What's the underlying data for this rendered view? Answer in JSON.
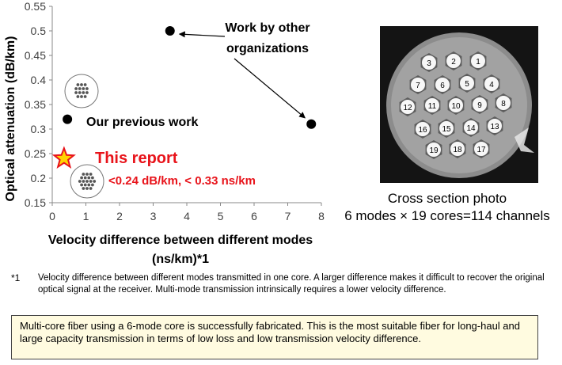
{
  "chart_data": {
    "type": "scatter",
    "ylabel": "Optical attenuation (dB/km)",
    "xlabel_line1": "Velocity difference between different modes",
    "xlabel_line2": "(ns/km)*1",
    "xlim": [
      0,
      8
    ],
    "ylim": [
      0.15,
      0.55
    ],
    "xticks": [
      0,
      1,
      2,
      3,
      4,
      5,
      6,
      7,
      8
    ],
    "yticks": [
      0.15,
      0.2,
      0.25,
      0.3,
      0.35,
      0.4,
      0.45,
      0.5,
      0.55
    ],
    "ytick_labels": [
      "0.15",
      "0.2",
      "0.25",
      "0.3",
      "0.35",
      "0.4",
      "0.45",
      "0.5",
      "0.55"
    ],
    "grid": false,
    "series": [
      {
        "points": [
          {
            "x": 0.45,
            "y": 0.32
          }
        ]
      },
      {
        "points": [
          {
            "x": 3.5,
            "y": 0.5
          },
          {
            "x": 7.7,
            "y": 0.31
          }
        ]
      },
      {
        "points": [
          {
            "x": 0.35,
            "y": 0.24
          }
        ]
      }
    ],
    "annotations": {
      "others": "Work by other organizations",
      "others_line1": "Work by other",
      "others_line2": "organizations",
      "previous": "Our previous work",
      "report_title": "This report",
      "report_values": "<0.24 dB/km, < 0.33 ns/km"
    },
    "colors": {
      "accent": "#e8141b",
      "star_fill": "#ffd400",
      "marker": "#000000"
    }
  },
  "photo": {
    "caption_line1": "Cross section photo",
    "caption_line2": "6 modes × 19 cores=114 channels",
    "core_labels": [
      "1",
      "2",
      "3",
      "4",
      "5",
      "6",
      "7",
      "8",
      "9",
      "10",
      "11",
      "12",
      "13",
      "14",
      "15",
      "16",
      "17",
      "18",
      "19"
    ]
  },
  "footnote": {
    "mark": "*1",
    "text": "Velocity difference between different modes transmitted in one core. A larger difference makes it difficult to recover the original optical signal at the receiver. Multi-mode transmission intrinsically requires a lower velocity difference."
  },
  "summary": "Multi-core fiber using a 6-mode core is successfully fabricated. This is the most suitable fiber for long-haul and large capacity transmission in terms of low loss and low transmission velocity difference."
}
